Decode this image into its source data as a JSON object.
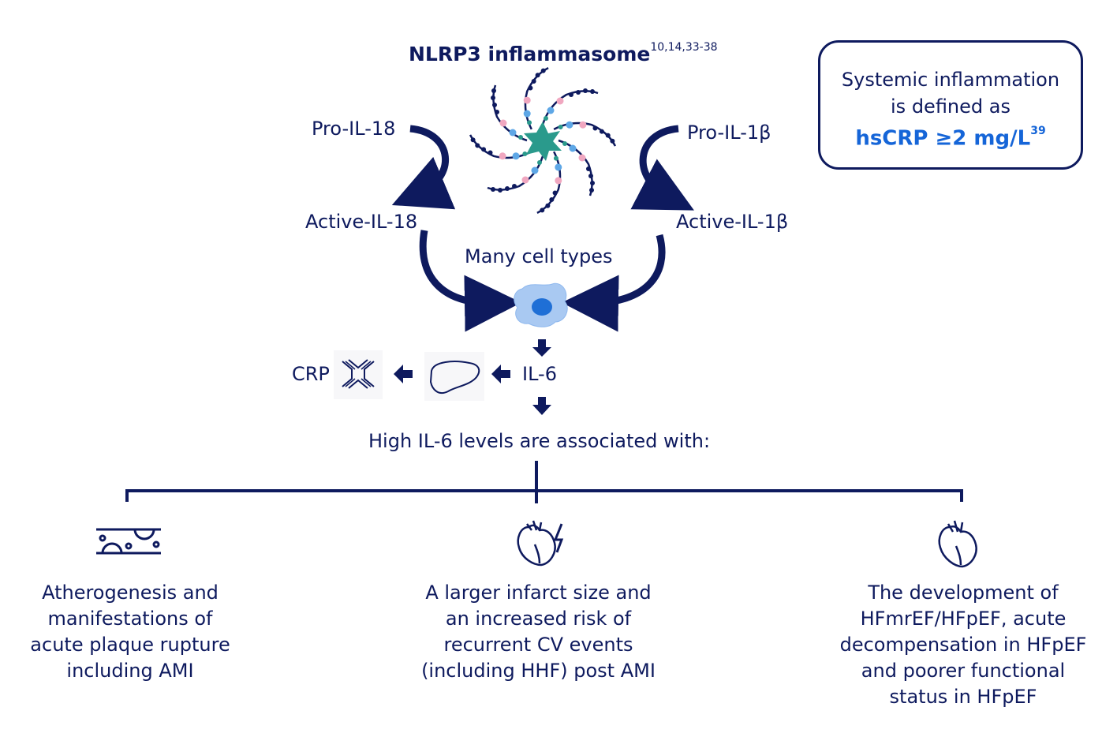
{
  "title": {
    "text": "NLRP3 inflammasome",
    "ref": "10,14,33-38"
  },
  "labels": {
    "pro_il18": "Pro-IL-18",
    "pro_il1b": "Pro-IL-1β",
    "active_il18": "Active-IL-18",
    "active_il1b": "Active-IL-1β",
    "many_cells": "Many cell types",
    "il6": "IL-6",
    "crp": "CRP",
    "high_il6": "High IL-6 levels are associated with:"
  },
  "definition_box": {
    "line1": "Systemic inflammation",
    "line2": "is defined as",
    "highlight": "hsCRP ≥2 mg/L",
    "ref": "39"
  },
  "outcomes": [
    {
      "icon": "plaque-artery-icon",
      "text": "Atherogenesis and manifestations of acute plaque rupture including AMI"
    },
    {
      "icon": "heart-lightning-icon",
      "text": "A larger infarct size and an increased risk of recurrent CV events (including HHF) post AMI"
    },
    {
      "icon": "heart-icon",
      "text": "The development of HFmrEF/HFpEF, acute decompensation in HFpEF and poorer functional status in HFpEF"
    }
  ],
  "colors": {
    "navy": "#0e1a5e",
    "blue_accent": "#1565d8",
    "teal": "#2a9a8c",
    "pink": "#f0a7c0",
    "cell_blue": "#8fb8ee"
  }
}
